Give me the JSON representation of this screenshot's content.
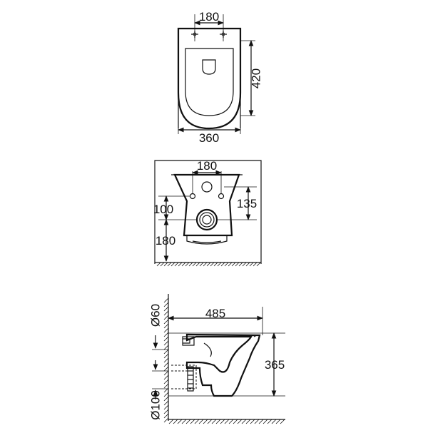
{
  "top_view": {
    "bolt_spacing": "180",
    "depth": "420",
    "width": "360"
  },
  "front_view": {
    "bolt_spacing": "180",
    "height_left": "100",
    "height_right": "135",
    "floor_clearance": "180"
  },
  "side_view": {
    "inlet_diameter": "Ø60",
    "length": "485",
    "height": "365",
    "outlet_diameter": "Ø100"
  },
  "colors": {
    "line": "#111111",
    "background": "#ffffff"
  }
}
